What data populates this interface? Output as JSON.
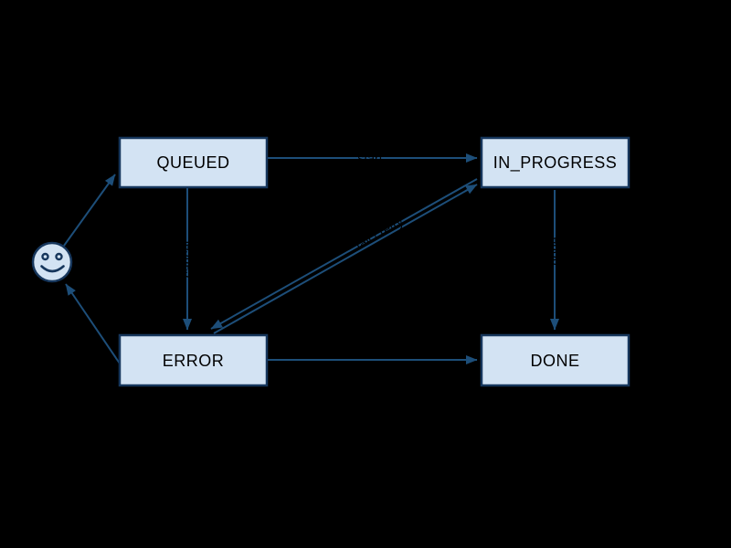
{
  "diagram": {
    "type": "state-machine",
    "background_color": "#000000",
    "node_fill_color": "#d3e3f3",
    "node_border_color": "#16365c",
    "edge_color": "#1d4e79",
    "node_text_color": "#000000",
    "edge_label_text_color": "#000000"
  },
  "nodes": {
    "start": {
      "label": "",
      "icon": "smiley-face-icon"
    },
    "queued": {
      "label": "QUEUED"
    },
    "in_progress": {
      "label": "IN_PROGRESS"
    },
    "error": {
      "label": "ERROR"
    },
    "done": {
      "label": "DONE"
    }
  },
  "edges": [
    {
      "from": "start",
      "to": "queued",
      "label": ""
    },
    {
      "from": "queued",
      "to": "in_progress",
      "label": "start"
    },
    {
      "from": "queued",
      "to": "error",
      "label": "cancel"
    },
    {
      "from": "in_progress",
      "to": "error",
      "label": "fail / retry",
      "bidirectional": true
    },
    {
      "from": "in_progress",
      "to": "done",
      "label": "done"
    },
    {
      "from": "error",
      "to": "done",
      "label": ""
    },
    {
      "from": "error",
      "to": "start",
      "label": ""
    }
  ]
}
